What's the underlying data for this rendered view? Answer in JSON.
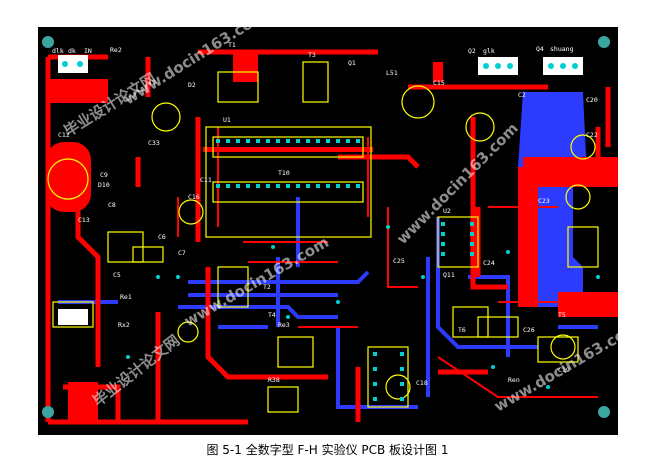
{
  "figure": {
    "caption": "图 5-1 全数字型 F-H 实验仪 PCB 板设计图 1",
    "colors": {
      "board": "#000000",
      "top_copper": "#ff0000",
      "bottom_copper": "#2d3bff",
      "silkscreen": "#ffff00",
      "pad": "#00d0d0",
      "text": "#ffffff"
    },
    "designators": [
      "dlk",
      "dk",
      "IN",
      "Re2",
      "T1",
      "T3",
      "Q1",
      "L51",
      "C15",
      "Q2",
      "glk",
      "Q4",
      "shuang",
      "C12",
      "C33",
      "T10",
      "C2",
      "C20",
      "C22",
      "C23",
      "C5",
      "C6",
      "Re1",
      "T2",
      "C25",
      "C24",
      "Q11",
      "T6",
      "C26",
      "C19",
      "Ren",
      "T5",
      "Re3",
      "C18",
      "R38",
      "Rx2",
      "C7",
      "C11",
      "T4",
      "C8",
      "C9",
      "D2",
      "D10",
      "C13",
      "C16",
      "U1",
      "U2"
    ],
    "watermarks": [
      "www.docin163.com",
      "毕业设计论文网",
      "www.docin163.com",
      "毕业设计论文网"
    ]
  }
}
